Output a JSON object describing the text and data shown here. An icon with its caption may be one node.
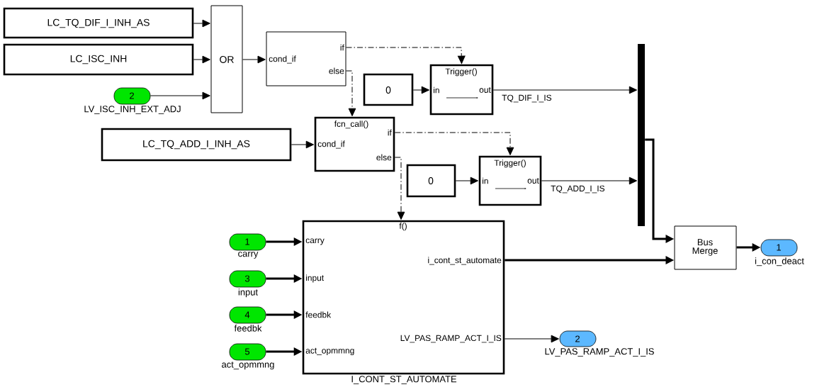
{
  "diagram": {
    "nodes": [
      {
        "text": [
          "LC_TQ_DIF_I_INH_AS"
        ]
      },
      {
        "text": [
          "LC_ISC_INH"
        ]
      },
      {
        "text": [
          "2"
        ],
        "beside": [
          "LV_ISC_INH_EXT_ADJ"
        ]
      },
      {
        "text": [
          "OR"
        ]
      },
      {
        "text": [
          "cond_if",
          "if",
          "else"
        ]
      },
      {
        "text": [
          "0"
        ]
      },
      {
        "text": [
          "Trigger()",
          "in",
          "out"
        ]
      },
      {
        "text": [
          "fcn_call()",
          "if",
          "cond_if",
          "else"
        ]
      },
      {
        "text": [
          "LC_TQ_ADD_I_INH_AS"
        ]
      },
      {
        "text": [
          "0"
        ]
      },
      {
        "text": [
          "Trigger()",
          "in",
          "out"
        ]
      },
      {
        "text": [],
        "shape": "bar"
      },
      {
        "text": [
          "Bus Merge"
        ]
      },
      {
        "text": [
          "1"
        ],
        "beside": [
          "i_con_deact"
        ]
      },
      {
        "text": [
          "f()",
          "carry",
          "input",
          "feedbk",
          "act_opmmng",
          "i_cont_st_automate",
          "LV_PAS_RAMP_ACT_I_IS"
        ],
        "beside": [
          "I_CONT_ST_AUTOMATE"
        ]
      },
      {
        "text": [
          "2"
        ],
        "beside": [
          "LV_PAS_RAMP_ACT_I_IS"
        ]
      },
      {
        "text": [
          "1"
        ],
        "beside": [
          "carry"
        ]
      },
      {
        "text": [
          "3"
        ],
        "beside": [
          "input"
        ]
      },
      {
        "text": [
          "4"
        ],
        "beside": [
          "feedbk"
        ]
      },
      {
        "text": [
          "5"
        ],
        "beside": [
          "act_opmmng"
        ]
      }
    ],
    "edges": [
      {
        "from": 0,
        "to": 3,
        "arrow": "to"
      },
      {
        "from": 1,
        "to": 3,
        "arrow": "to"
      },
      {
        "from": 2,
        "to": 3,
        "arrow": "to"
      },
      {
        "from": 3,
        "to": 4,
        "arrow": "to"
      },
      {
        "from": 4,
        "to": 6,
        "arrow": "to",
        "style": "dashed"
      },
      {
        "from": 4,
        "to": 7,
        "arrow": "to",
        "style": "dashed"
      },
      {
        "from": 5,
        "to": 6,
        "arrow": "to"
      },
      {
        "from": 6,
        "to": 11,
        "arrow": "to",
        "label": "TQ_DIF_I_IS"
      },
      {
        "from": 8,
        "to": 7,
        "arrow": "to"
      },
      {
        "from": 7,
        "to": 10,
        "arrow": "to",
        "style": "dashed"
      },
      {
        "from": 7,
        "to": 14,
        "arrow": "to",
        "style": "dashed"
      },
      {
        "from": 9,
        "to": 10,
        "arrow": "to"
      },
      {
        "from": 10,
        "to": 11,
        "arrow": "to",
        "label": "TQ_ADD_I_IS"
      },
      {
        "from": 11,
        "to": 12,
        "arrow": "to",
        "style": "thick"
      },
      {
        "from": 14,
        "to": 12,
        "arrow": "to",
        "style": "thick"
      },
      {
        "from": 12,
        "to": 13,
        "arrow": "to",
        "style": "thick"
      },
      {
        "from": 14,
        "to": 15,
        "arrow": "to"
      },
      {
        "from": 16,
        "to": 14,
        "arrow": "to",
        "style": "thick"
      },
      {
        "from": 17,
        "to": 14,
        "arrow": "to",
        "style": "thick"
      },
      {
        "from": 18,
        "to": 14,
        "arrow": "to",
        "style": "thick"
      },
      {
        "from": 19,
        "to": 14,
        "arrow": "to",
        "style": "thick"
      }
    ]
  }
}
